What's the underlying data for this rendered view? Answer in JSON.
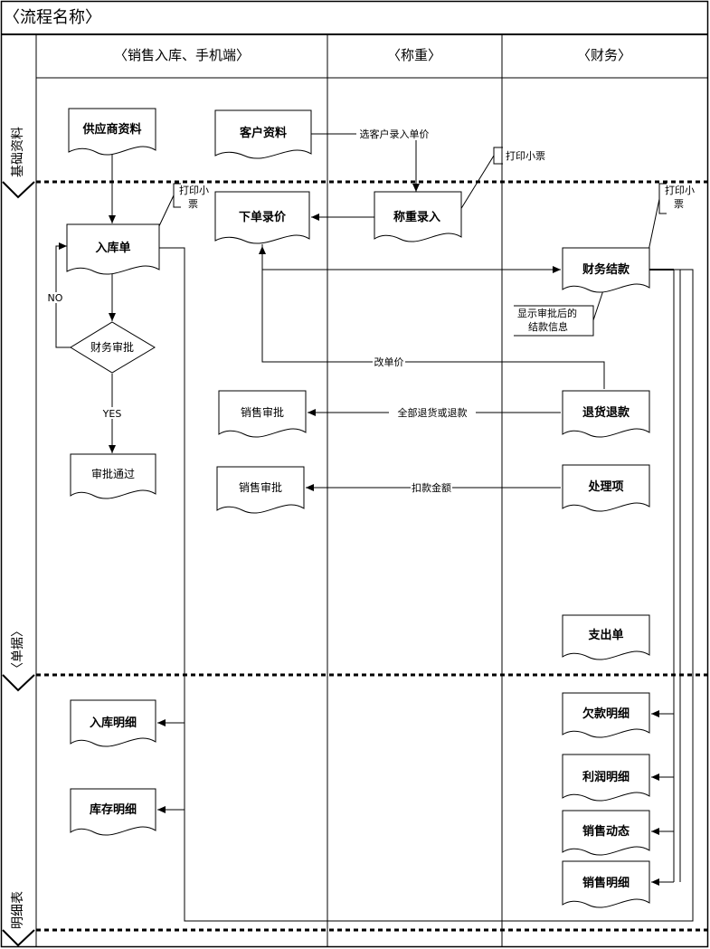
{
  "title": "〈流程名称〉",
  "lanes": [
    "〈销售入库、手机端〉",
    "〈称重〉",
    "〈财务〉"
  ],
  "bands": [
    "基础资料",
    "〈单据〉",
    "明细表"
  ],
  "nodes": {
    "supplier": "供应商资料",
    "customer": "客户资料",
    "inbound_order": "入库单",
    "order_price": "下单录价",
    "weigh_entry": "称重录入",
    "finance_settle": "财务结款",
    "finance_approval": "财务审批",
    "approved": "审批通过",
    "sales_approval_1": "销售审批",
    "sales_approval_2": "销售审批",
    "return_refund": "退货退款",
    "handling_item": "处理项",
    "payment_voucher": "支出单",
    "inbound_detail": "入库明细",
    "stock_detail": "库存明细",
    "debt_detail": "欠款明细",
    "profit_detail": "利润明细",
    "sales_trend": "销售动态",
    "sales_detail": "销售明细"
  },
  "edge_labels": {
    "no": "NO",
    "yes": "YES",
    "select_customer_price": "选客户录入单价",
    "change_price": "改单价",
    "full_return": "全部退货或退款",
    "deduct_amount": "扣款金额"
  },
  "notes": {
    "print_ticket_weigh": "打印小票",
    "print_ticket_inbound_1": "打印小",
    "print_ticket_inbound_2": "票",
    "print_ticket_finance_1": "打印小",
    "print_ticket_finance_2": "票",
    "show_info_1": "显示审批后的",
    "show_info_2": "结款信息"
  }
}
